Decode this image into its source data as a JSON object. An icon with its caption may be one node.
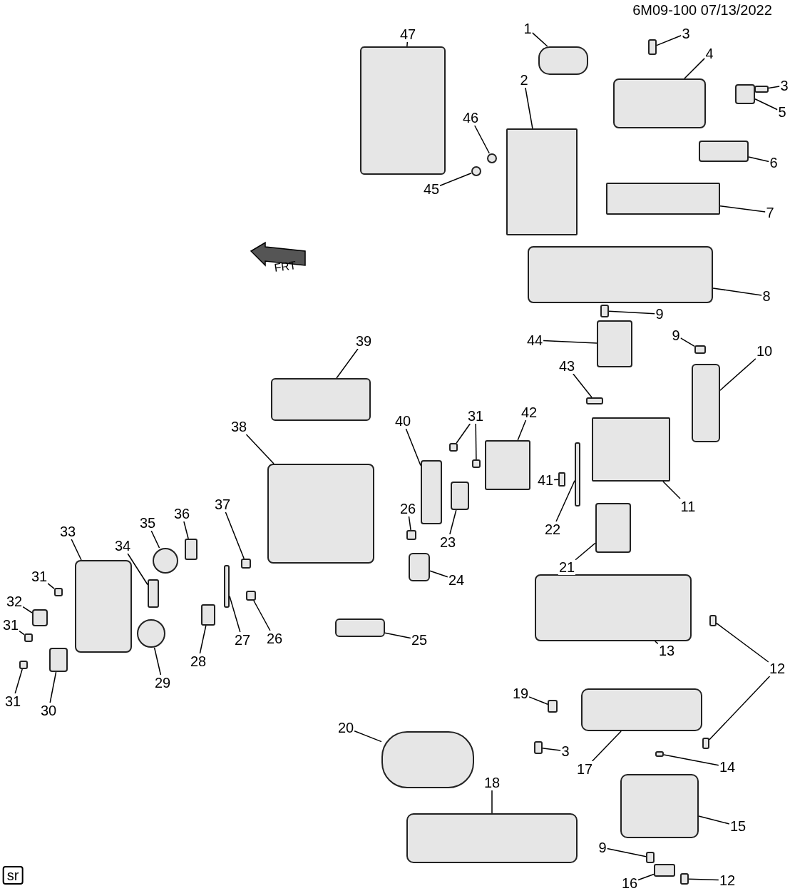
{
  "diagram": {
    "nodes": [
      {
        "text": [
          "1"
        ]
      },
      {
        "text": [],
        "shape": "box"
      },
      {
        "text": [
          "3"
        ]
      },
      {
        "text": [],
        "shape": "box"
      },
      {
        "text": [
          "4"
        ]
      },
      {
        "text": [],
        "shape": "box"
      },
      {
        "text": [
          "3"
        ]
      },
      {
        "text": [],
        "shape": "box"
      },
      {
        "text": [
          "5"
        ]
      },
      {
        "text": [],
        "shape": "box"
      },
      {
        "text": [
          "47"
        ]
      },
      {
        "text": [],
        "shape": "box"
      },
      {
        "text": [
          "2"
        ]
      },
      {
        "text": [],
        "shape": "box"
      },
      {
        "text": [
          "46"
        ]
      },
      {
        "text": [],
        "shape": "circle"
      },
      {
        "text": [
          "45"
        ]
      },
      {
        "text": [],
        "shape": "circle"
      },
      {
        "text": [
          "6"
        ]
      },
      {
        "text": [],
        "shape": "box"
      },
      {
        "text": [
          "7"
        ]
      },
      {
        "text": [],
        "shape": "box"
      },
      {
        "text": [
          "8"
        ]
      },
      {
        "text": [],
        "shape": "box"
      },
      {
        "text": [
          "9"
        ]
      },
      {
        "text": [],
        "shape": "box"
      },
      {
        "text": [
          "44"
        ]
      },
      {
        "text": [],
        "shape": "box"
      },
      {
        "text": [
          "9"
        ]
      },
      {
        "text": [],
        "shape": "box"
      },
      {
        "text": [
          "10"
        ]
      },
      {
        "text": [],
        "shape": "box"
      },
      {
        "text": [
          "43"
        ]
      },
      {
        "text": [],
        "shape": "box"
      },
      {
        "text": [
          "39"
        ]
      },
      {
        "text": [],
        "shape": "box"
      },
      {
        "text": [
          "42"
        ]
      },
      {
        "text": [],
        "shape": "box"
      },
      {
        "text": [
          "41"
        ]
      },
      {
        "text": [],
        "shape": "box"
      },
      {
        "text": [
          "22"
        ]
      },
      {
        "text": [],
        "shape": "box"
      },
      {
        "text": [
          "11"
        ]
      },
      {
        "text": [],
        "shape": "box"
      },
      {
        "text": [
          "31"
        ]
      },
      {
        "text": [],
        "shape": "box"
      },
      {
        "text": [],
        "shape": "box"
      },
      {
        "text": [
          "40"
        ]
      },
      {
        "text": [],
        "shape": "box"
      },
      {
        "text": [
          "23"
        ]
      },
      {
        "text": [],
        "shape": "box"
      },
      {
        "text": [
          "26"
        ]
      },
      {
        "text": [],
        "shape": "box"
      },
      {
        "text": [
          "38"
        ]
      },
      {
        "text": [],
        "shape": "box"
      },
      {
        "text": [
          "37"
        ]
      },
      {
        "text": [],
        "shape": "box"
      },
      {
        "text": [
          "36"
        ]
      },
      {
        "text": [],
        "shape": "box"
      },
      {
        "text": [
          "35"
        ]
      },
      {
        "text": [],
        "shape": "circle"
      },
      {
        "text": [
          "33"
        ]
      },
      {
        "text": [],
        "shape": "box"
      },
      {
        "text": [
          "34"
        ]
      },
      {
        "text": [],
        "shape": "box"
      },
      {
        "text": [
          "21"
        ]
      },
      {
        "text": [],
        "shape": "box"
      },
      {
        "text": [
          "24"
        ]
      },
      {
        "text": [],
        "shape": "box"
      },
      {
        "text": [
          "26"
        ]
      },
      {
        "text": [],
        "shape": "box"
      },
      {
        "text": [
          "27"
        ]
      },
      {
        "text": [],
        "shape": "box"
      },
      {
        "text": [
          "28"
        ]
      },
      {
        "text": [],
        "shape": "box"
      },
      {
        "text": [
          "29"
        ]
      },
      {
        "text": [],
        "shape": "circle"
      },
      {
        "text": [
          "31"
        ]
      },
      {
        "text": [],
        "shape": "box"
      },
      {
        "text": [
          "32"
        ]
      },
      {
        "text": [],
        "shape": "box"
      },
      {
        "text": [
          "31"
        ]
      },
      {
        "text": [],
        "shape": "box"
      },
      {
        "text": [
          "31"
        ]
      },
      {
        "text": [],
        "shape": "box"
      },
      {
        "text": [
          "30"
        ]
      },
      {
        "text": [],
        "shape": "box"
      },
      {
        "text": [
          "25"
        ]
      },
      {
        "text": [],
        "shape": "box"
      },
      {
        "text": [
          "13"
        ]
      },
      {
        "text": [],
        "shape": "box"
      },
      {
        "text": [
          "12"
        ]
      },
      {
        "text": [],
        "shape": "box"
      },
      {
        "text": [],
        "shape": "box"
      },
      {
        "text": [
          "19"
        ]
      },
      {
        "text": [],
        "shape": "box"
      },
      {
        "text": [
          "20"
        ]
      },
      {
        "text": [],
        "shape": "box"
      },
      {
        "text": [
          "3"
        ]
      },
      {
        "text": [],
        "shape": "box"
      },
      {
        "text": [
          "14"
        ]
      },
      {
        "text": [],
        "shape": "box"
      },
      {
        "text": [
          "17"
        ]
      },
      {
        "text": [],
        "shape": "box"
      },
      {
        "text": [
          "18"
        ]
      },
      {
        "text": [],
        "shape": "box"
      },
      {
        "text": [
          "15"
        ]
      },
      {
        "text": [],
        "shape": "box"
      },
      {
        "text": [
          "9"
        ]
      },
      {
        "text": [],
        "shape": "box"
      },
      {
        "text": [
          "16"
        ]
      },
      {
        "text": [],
        "shape": "box"
      },
      {
        "text": [
          "12"
        ]
      },
      {
        "text": [],
        "shape": "box"
      }
    ],
    "edges": [
      {
        "from": 0,
        "to": 1,
        "arrow": "none"
      },
      {
        "from": 2,
        "to": 3,
        "arrow": "none"
      },
      {
        "from": 4,
        "to": 5,
        "arrow": "none"
      },
      {
        "from": 6,
        "to": 7,
        "arrow": "none"
      },
      {
        "from": 8,
        "to": 9,
        "arrow": "none"
      },
      {
        "from": 10,
        "to": 11,
        "arrow": "none"
      },
      {
        "from": 12,
        "to": 13,
        "arrow": "none"
      },
      {
        "from": 14,
        "to": 15,
        "arrow": "none"
      },
      {
        "from": 16,
        "to": 17,
        "arrow": "none"
      },
      {
        "from": 18,
        "to": 19,
        "arrow": "none"
      },
      {
        "from": 20,
        "to": 21,
        "arrow": "none"
      },
      {
        "from": 22,
        "to": 23,
        "arrow": "none"
      },
      {
        "from": 24,
        "to": 25,
        "arrow": "none"
      },
      {
        "from": 26,
        "to": 27,
        "arrow": "none"
      },
      {
        "from": 28,
        "to": 29,
        "arrow": "none"
      },
      {
        "from": 30,
        "to": 31,
        "arrow": "none"
      },
      {
        "from": 32,
        "to": 33,
        "arrow": "none"
      },
      {
        "from": 34,
        "to": 35,
        "arrow": "none"
      },
      {
        "from": 36,
        "to": 37,
        "arrow": "none"
      },
      {
        "from": 38,
        "to": 39,
        "arrow": "none"
      },
      {
        "from": 40,
        "to": 41,
        "arrow": "none"
      },
      {
        "from": 42,
        "to": 43,
        "arrow": "none"
      },
      {
        "from": 44,
        "to": 45,
        "arrow": "none"
      },
      {
        "from": 44,
        "to": 46,
        "arrow": "none"
      },
      {
        "from": 47,
        "to": 48,
        "arrow": "none"
      },
      {
        "from": 49,
        "to": 50,
        "arrow": "none"
      },
      {
        "from": 51,
        "to": 52,
        "arrow": "none"
      },
      {
        "from": 53,
        "to": 54,
        "arrow": "none"
      },
      {
        "from": 55,
        "to": 56,
        "arrow": "none"
      },
      {
        "from": 57,
        "to": 58,
        "arrow": "none"
      },
      {
        "from": 59,
        "to": 60,
        "arrow": "none"
      },
      {
        "from": 61,
        "to": 62,
        "arrow": "none"
      },
      {
        "from": 63,
        "to": 64,
        "arrow": "none"
      },
      {
        "from": 65,
        "to": 66,
        "arrow": "none"
      },
      {
        "from": 67,
        "to": 68,
        "arrow": "none"
      },
      {
        "from": 69,
        "to": 70,
        "arrow": "none"
      },
      {
        "from": 71,
        "to": 72,
        "arrow": "none"
      },
      {
        "from": 73,
        "to": 74,
        "arrow": "none"
      },
      {
        "from": 75,
        "to": 76,
        "arrow": "none"
      },
      {
        "from": 77,
        "to": 78,
        "arrow": "none"
      },
      {
        "from": 79,
        "to": 80,
        "arrow": "none"
      },
      {
        "from": 81,
        "to": 82,
        "arrow": "none"
      },
      {
        "from": 83,
        "to": 84,
        "arrow": "none"
      },
      {
        "from": 85,
        "to": 86,
        "arrow": "none"
      },
      {
        "from": 87,
        "to": 88,
        "arrow": "none"
      },
      {
        "from": 89,
        "to": 90,
        "arrow": "none"
      },
      {
        "from": 91,
        "to": 92,
        "arrow": "none"
      },
      {
        "from": 91,
        "to": 93,
        "arrow": "none"
      },
      {
        "from": 94,
        "to": 95,
        "arrow": "none"
      },
      {
        "from": 96,
        "to": 97,
        "arrow": "none"
      },
      {
        "from": 98,
        "to": 99,
        "arrow": "none"
      },
      {
        "from": 100,
        "to": 101,
        "arrow": "none"
      },
      {
        "from": 102,
        "to": 103,
        "arrow": "none"
      },
      {
        "from": 104,
        "to": 105,
        "arrow": "none"
      },
      {
        "from": 106,
        "to": 107,
        "arrow": "none"
      },
      {
        "from": 108,
        "to": 109,
        "arrow": "none"
      },
      {
        "from": 110,
        "to": 111,
        "arrow": "none"
      },
      {
        "from": 112,
        "to": 113,
        "arrow": "none"
      }
    ],
    "labels": [
      "6M09-100 07/13/2022",
      "FRT",
      "sr"
    ]
  }
}
